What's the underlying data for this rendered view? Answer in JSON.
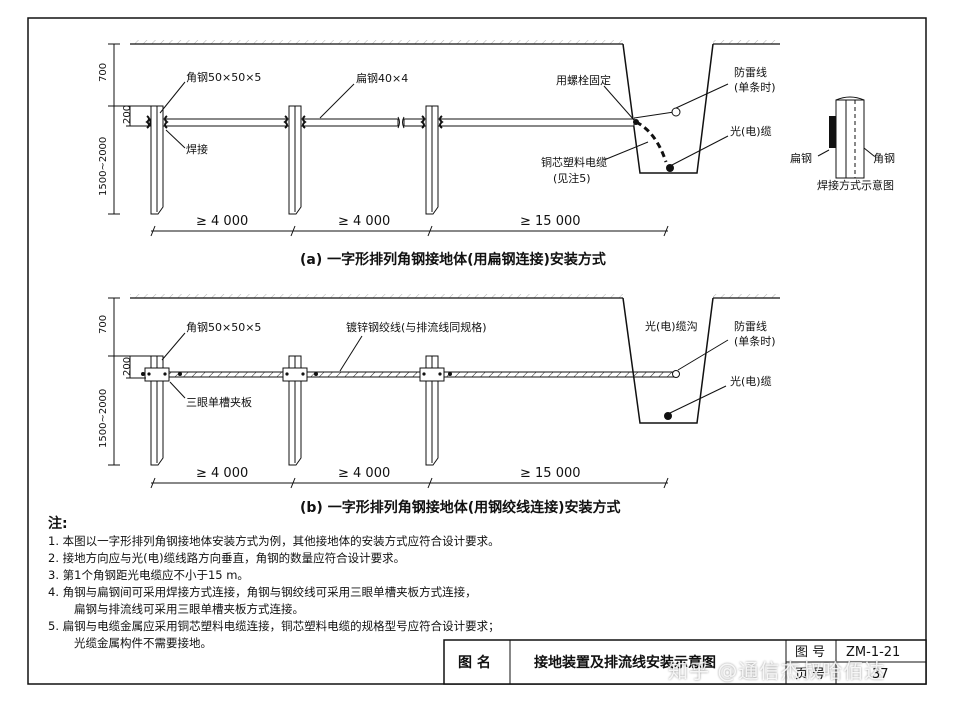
{
  "diagram_a": {
    "depth_top": "700",
    "depth_bottom": "1500~2000",
    "depth_small": "200",
    "angle_steel": "角钢50×50×5",
    "flat_steel": "扁钢40×4",
    "weld": "焊接",
    "bolt_fix": "用螺栓固定",
    "lightning_line": "防雷线",
    "single_when": "(单条时)",
    "optical_cable": "光(电)缆",
    "copper_cable": "铜芯塑料电缆",
    "see_note": "(见注5)",
    "spacing1": "≥ 4 000",
    "spacing2": "≥ 4 000",
    "spacing3": "≥ 15 000",
    "caption": "(a) 一字形排列角钢接地体(用扁钢连接)安装方式"
  },
  "weld_detail": {
    "flat_steel": "扁钢",
    "angle_steel": "角钢",
    "caption": "焊接方式示意图"
  },
  "diagram_b": {
    "depth_top": "700",
    "depth_bottom": "1500~2000",
    "depth_small": "200",
    "angle_steel": "角钢50×50×5",
    "strand": "镀锌钢绞线(与排流线同规格)",
    "clamp": "三眼单槽夹板",
    "cable_trench": "光(电)缆沟",
    "lightning_line": "防雷线",
    "single_when": "(单条时)",
    "optical_cable": "光(电)缆",
    "spacing1": "≥ 4 000",
    "spacing2": "≥ 4 000",
    "spacing3": "≥ 15 000",
    "caption": "(b) 一字形排列角钢接地体(用钢绞线连接)安装方式"
  },
  "notes": {
    "heading": "注:",
    "n1": "1. 本图以一字形排列角钢接地体安装方式为例，其他接地体的安装方式应符合设计要求。",
    "n2": "2. 接地方向应与光(电)缆线路方向垂直，角钢的数量应符合设计要求。",
    "n3": "3. 第1个角钢距光电缆应不小于15 m。",
    "n4": "4. 角钢与扁钢间可采用焊接方式连接，角钢与钢绞线可采用三眼单槽夹板方式连接，",
    "n4b": "扁钢与排流线可采用三眼单槽夹板方式连接。",
    "n5": "5. 扁钢与电缆金属应采用铜芯塑料电缆连接，铜芯塑料电缆的规格型号应符合设计要求；",
    "n5b": "光缆金属构件不需要接地。"
  },
  "title_block": {
    "label_name": "图 名",
    "title": "接地装置及排流线安装示意图",
    "label_no": "图 号",
    "number": "ZM-1-21",
    "label_page": "页 号",
    "page": "37"
  },
  "watermark": "知乎 @通信杰叔哈佰达"
}
